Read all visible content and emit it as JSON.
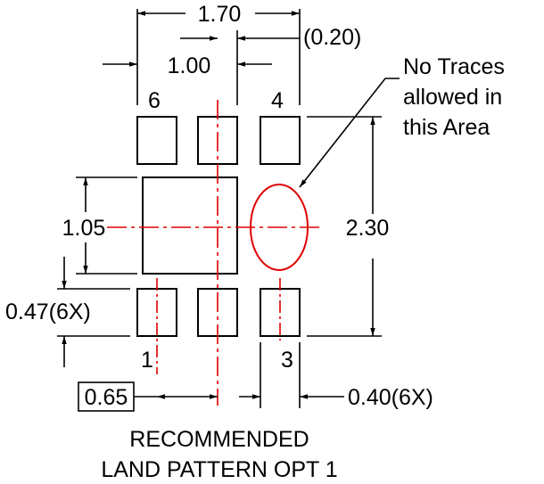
{
  "dimensions": {
    "overall_width": "1.70",
    "pitch": "1.00",
    "offset": "(0.20)",
    "thermal_pad_height": "1.05",
    "overall_height": "2.30",
    "pad_length": "0.47(6X)",
    "pin_pitch": "0.65",
    "pad_width": "0.40(6X)"
  },
  "pins": {
    "pin6": "6",
    "pin4": "4",
    "pin1": "1",
    "pin3": "3"
  },
  "note": [
    "No Traces",
    "allowed in",
    "this Area"
  ],
  "caption": [
    "RECOMMENDED",
    "LAND PATTERN OPT 1"
  ],
  "colors": {
    "outline": "#000000",
    "centerline": "#e00000",
    "keepout": "#e00000"
  }
}
